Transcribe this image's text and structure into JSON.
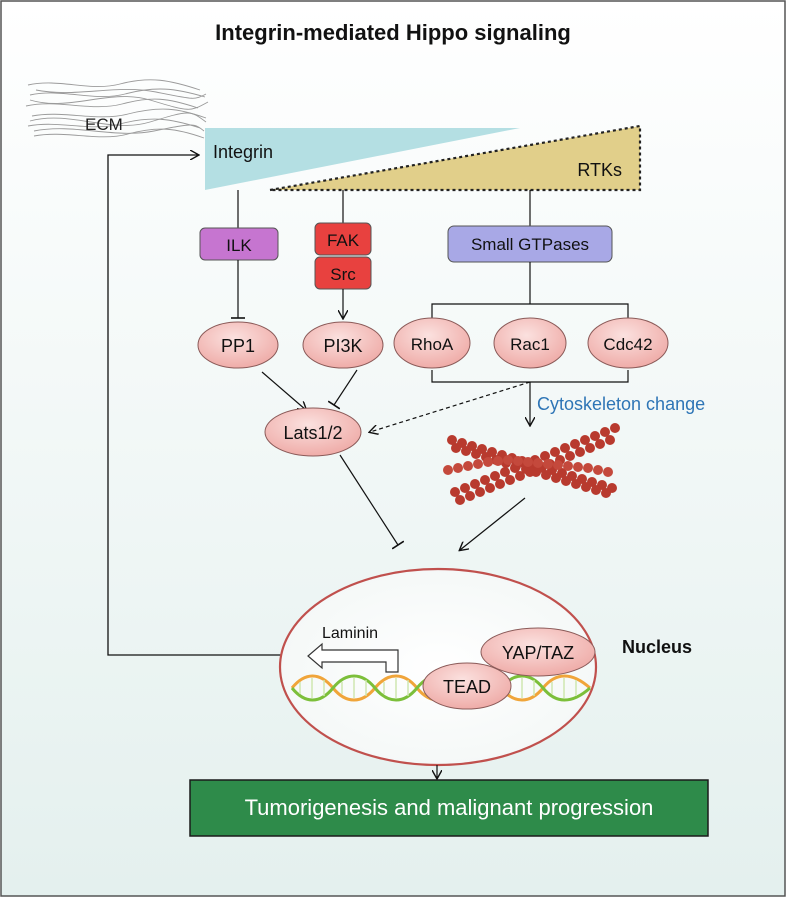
{
  "title": "Integrin-mediated Hippo signaling",
  "labels": {
    "ecm": "ECM",
    "integrin": "Integrin",
    "rtks": "RTKs",
    "cytoskeleton": "Cytoskeleton change",
    "nucleus": "Nucleus",
    "laminin": "Laminin"
  },
  "nodes": {
    "ilk": "ILK",
    "fak": "FAK",
    "src": "Src",
    "small_gtpases": "Small GTPases",
    "pp1": "PP1",
    "pi3k": "PI3K",
    "rhoa": "RhoA",
    "rac1": "Rac1",
    "cdc42": "Cdc42",
    "lats": "Lats1/2",
    "yap_taz": "YAP/TAZ",
    "tead": "TEAD"
  },
  "outcome": "Tumorigenesis and malignant progression",
  "colors": {
    "integrin_fill": "#b4dfe3",
    "rtk_fill": "#e1cf8a",
    "ilk_fill": "#c675d0",
    "fak_fill": "#e8413f",
    "gtpase_fill": "#a8a8e6",
    "pink_node": "#f2b5b2",
    "nucleus_stroke": "#c0504d",
    "outcome_fill": "#2e8b4a",
    "cytoskeleton_text": "#2e75b6",
    "actin": "#b83a2e"
  }
}
